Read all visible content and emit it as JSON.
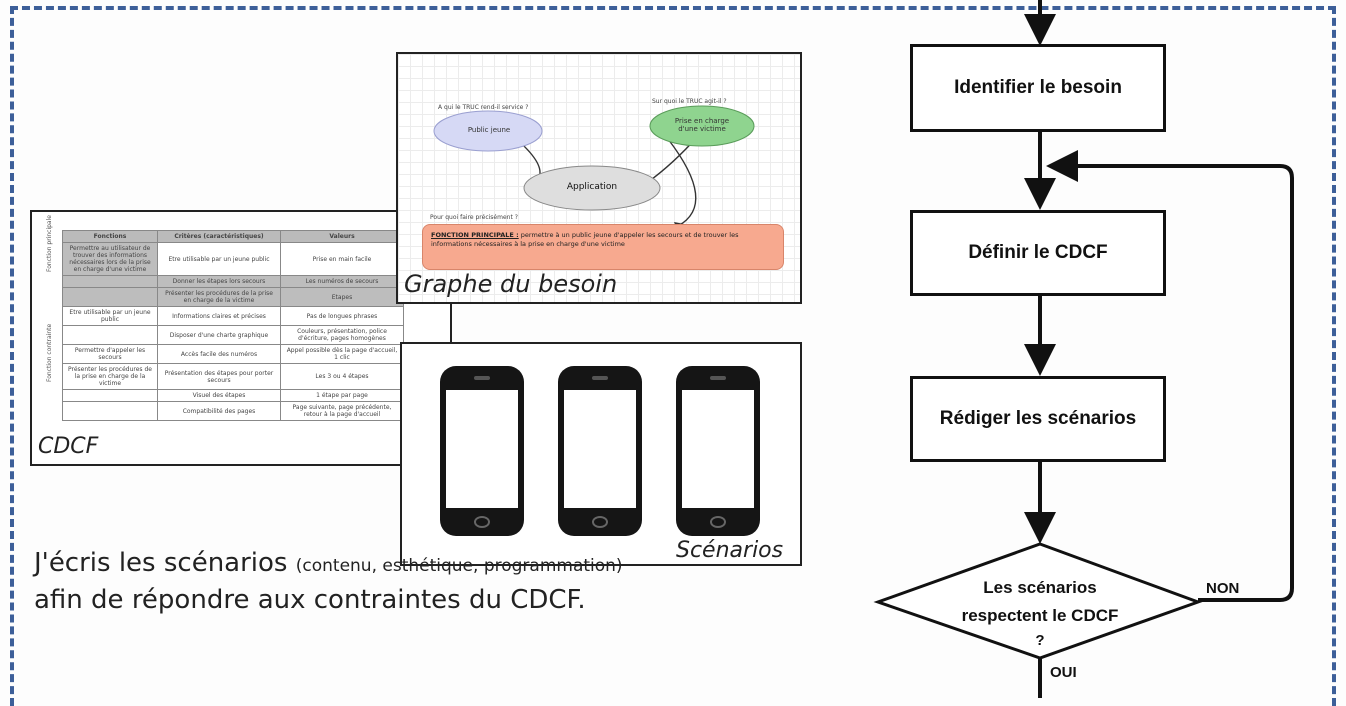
{
  "graph_card": {
    "question_left": "A qui le TRUC rend-il service ?",
    "question_right": "Sur quoi le TRUC agit-il ?",
    "bubble_left": "Public jeune",
    "bubble_right": "Prise en charge d'une victime",
    "center_bubble": "Application",
    "purpose_question": "Pour quoi faire précisément ?",
    "function_title": "FONCTION PRINCIPALE :",
    "function_text": "permettre à un public jeune d'appeler les secours et de trouver les informations nécessaires à la prise en charge d'une victime",
    "caption": "Graphe du besoin"
  },
  "cdcf_card": {
    "headers": [
      "Fonctions",
      "Critères (caractéristiques)",
      "Valeurs"
    ],
    "side_labels": [
      "Fonction principale",
      "Fonction contrainte"
    ],
    "rows": [
      [
        "Permettre au utilisateur de trouver des informations nécessaires lors de la prise en charge d'une victime",
        "Etre utilisable par un jeune public",
        "Prise en main facile"
      ],
      [
        "",
        "Donner les étapes lors secours",
        "Les numéros de secours"
      ],
      [
        "",
        "Présenter les procédures de la prise en charge de la victime",
        "Etapes"
      ],
      [
        "Etre utilisable par un jeune public",
        "Informations claires et précises",
        "Pas de longues phrases"
      ],
      [
        "",
        "Disposer d'une charte graphique",
        "Couleurs, présentation, police d'écriture, pages homogènes"
      ],
      [
        "Permettre d'appeler les secours",
        "Accès facile des numéros",
        "Appel possible dès la page d'accueil, 1 clic"
      ],
      [
        "Présenter les procédures de la prise en charge de la victime",
        "Présentation des étapes pour porter secours",
        "Les 3 ou 4 étapes"
      ],
      [
        "",
        "Visuel des étapes",
        "1 étape par page"
      ],
      [
        "",
        "Compatibilité des pages",
        "Page suivante, page précédente, retour à la page d'accueil"
      ]
    ],
    "caption": "CDCF"
  },
  "scenarios_card": {
    "phones": [
      "phone-1",
      "phone-2",
      "phone-3"
    ],
    "caption": "Scénarios"
  },
  "description": {
    "line1_main": "J'écris les scénarios",
    "line1_small": "(contenu, esthétique, programmation)",
    "line2": "afin de répondre aux contraintes du CDCF."
  },
  "flowchart": {
    "step1": "Identifier  le besoin",
    "step2": "Définir  le CDCF",
    "step3": "Rédiger les scénarios",
    "decision_line1": "Les scénarios",
    "decision_line2": "respectent le CDCF",
    "decision_line3": "?",
    "no_label": "NON",
    "yes_label": "OUI"
  },
  "colors": {
    "frame": "#3d5f99",
    "bubble_left": "#d6d9f5",
    "bubble_right": "#8fd48f",
    "center_bubble": "#dedede",
    "function_box": "#f7a98f"
  }
}
